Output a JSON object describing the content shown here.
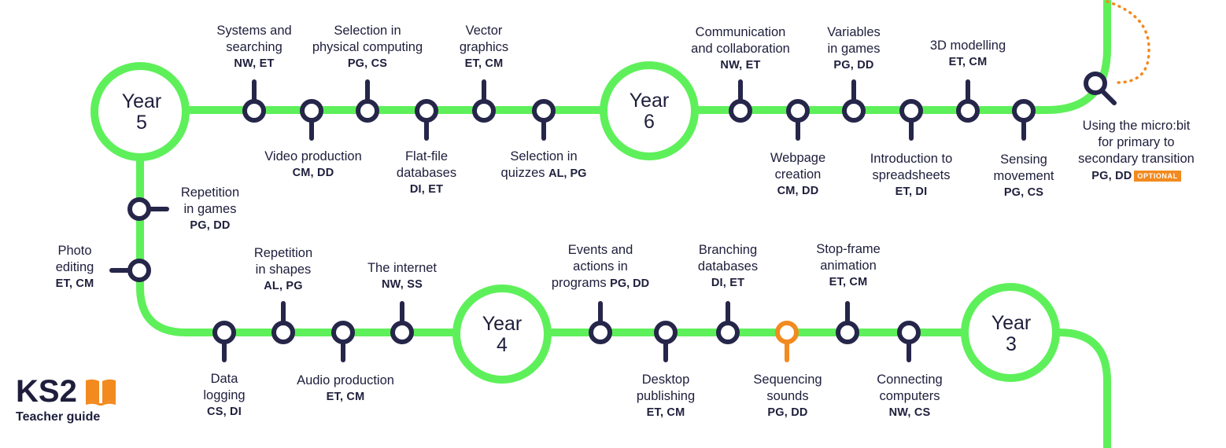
{
  "years": {
    "y5": [
      "Year",
      "5"
    ],
    "y6": [
      "Year",
      "6"
    ],
    "y4": [
      "Year",
      "4"
    ],
    "y3": [
      "Year",
      "3"
    ]
  },
  "units": {
    "systems_searching": {
      "title": [
        "Systems and",
        "searching"
      ],
      "codes": "NW, ET"
    },
    "selection_physical": {
      "title": [
        "Selection in",
        "physical computing"
      ],
      "codes": "PG, CS"
    },
    "vector_graphics": {
      "title": [
        "Vector",
        "graphics"
      ],
      "codes": "ET, CM"
    },
    "video_production": {
      "title": [
        "Video production"
      ],
      "codes": "CM, DD"
    },
    "flat_file": {
      "title": [
        "Flat-file",
        "databases"
      ],
      "codes": "DI, ET"
    },
    "selection_quizzes": {
      "title": "Selection in",
      "title2": "quizzes",
      "codes": "AL, PG"
    },
    "communication": {
      "title": [
        "Communication",
        "and collaboration"
      ],
      "codes": "NW, ET"
    },
    "variables_games": {
      "title": [
        "Variables",
        "in games"
      ],
      "codes": "PG, DD"
    },
    "modelling_3d": {
      "title": [
        "3D modelling"
      ],
      "codes": "ET, CM"
    },
    "webpage_creation": {
      "title": [
        "Webpage",
        "creation"
      ],
      "codes": "CM, DD"
    },
    "intro_spreadsheets": {
      "title": [
        "Introduction to",
        "spreadsheets"
      ],
      "codes": "ET, DI"
    },
    "sensing_movement": {
      "title": [
        "Sensing",
        "movement"
      ],
      "codes": "PG, CS"
    },
    "microbit": {
      "title": [
        "Using the micro:bit",
        "for primary to",
        "secondary transition"
      ],
      "codes": "PG, DD",
      "badge": "OPTIONAL"
    },
    "repetition_games": {
      "title": [
        "Repetition",
        "in games"
      ],
      "codes": "PG, DD"
    },
    "photo_editing": {
      "title": [
        "Photo",
        "editing"
      ],
      "codes": "ET, CM"
    },
    "repetition_shapes": {
      "title": [
        "Repetition",
        "in shapes"
      ],
      "codes": "AL, PG"
    },
    "the_internet": {
      "title": [
        "The internet"
      ],
      "codes": "NW, SS"
    },
    "data_logging": {
      "title": [
        "Data",
        "logging"
      ],
      "codes": "CS, DI"
    },
    "audio_production": {
      "title": [
        "Audio production"
      ],
      "codes": "ET, CM"
    },
    "events_actions": {
      "title": [
        "Events and",
        "actions in",
        "programs"
      ],
      "codes": "PG, DD"
    },
    "branching_databases": {
      "title": [
        "Branching",
        "databases"
      ],
      "codes": "DI, ET"
    },
    "stop_frame": {
      "title": [
        "Stop-frame",
        "animation"
      ],
      "codes": "ET, CM"
    },
    "desktop_publishing": {
      "title": [
        "Desktop",
        "publishing"
      ],
      "codes": "ET, CM"
    },
    "sequencing_sounds": {
      "title": [
        "Sequencing",
        "sounds"
      ],
      "codes": "PG, DD"
    },
    "connecting_computers": {
      "title": [
        "Connecting",
        "computers"
      ],
      "codes": "NW, CS"
    }
  },
  "branding": {
    "title": "KS2",
    "subtitle": "Teacher guide",
    "icon": "open-book-icon"
  },
  "colors": {
    "track": "#5ef05a",
    "station": "#26264a",
    "highlight": "#f28a1f"
  }
}
